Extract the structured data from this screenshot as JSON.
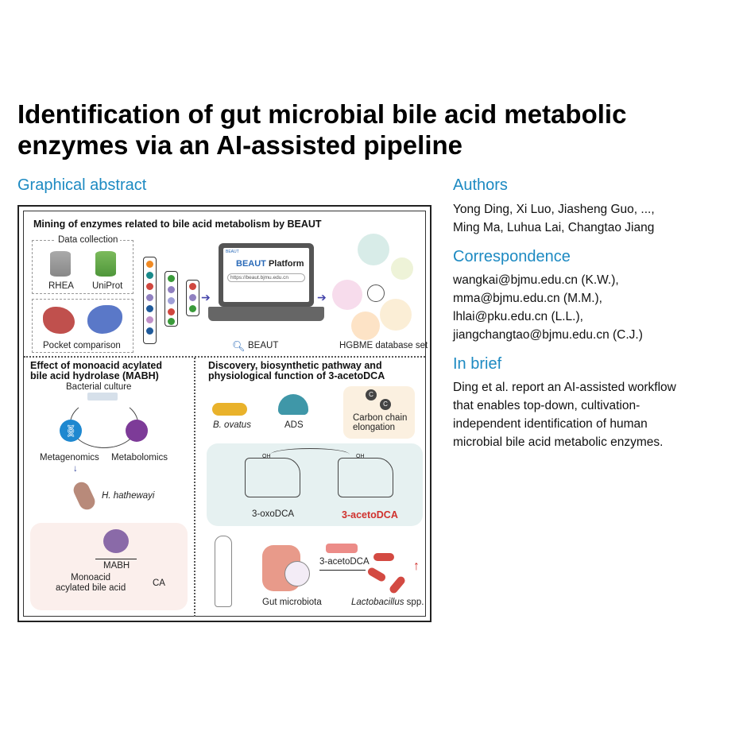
{
  "title": "Identification of gut microbial bile acid metabolic enzymes via an AI-assisted pipeline",
  "graphical_abstract": {
    "heading": "Graphical abstract",
    "panel_top": {
      "title": "Mining of enzymes related to bile acid metabolism by BEAUT",
      "data_collection": "Data collection",
      "rhea": "RHEA",
      "uniprot": "UniProt",
      "pocket": "Pocket comparison",
      "platform_brand": "BEAUT",
      "platform_name_a": "BEAUT",
      "platform_name_b": "Platform",
      "url": "https://beaut.bjmu.edu.cn",
      "search_label": "BEAUT",
      "db_label": "HGBME database set"
    },
    "panel_left": {
      "title_1": "Effect of monoacid acylated",
      "title_2": "bile acid hydrolase (MABH)",
      "culture": "Bacterial culture",
      "metagenomics": "Metagenomics",
      "metabolomics": "Metabolomics",
      "organism": "H. hathewayi",
      "enzyme": "MABH",
      "substrate_1": "Monoacid",
      "substrate_2": "acylated bile acid",
      "product": "CA"
    },
    "panel_right": {
      "title_1": "Discovery, biosynthetic pathway and",
      "title_2": "physiological function of 3-acetoDCA",
      "organism": "B. ovatus",
      "enzyme": "ADS",
      "carbon_1": "Carbon chain",
      "carbon_2": "elongation",
      "atom": "C",
      "substrate": "3-oxoDCA",
      "product": "3-acetoDCA",
      "oh": "OH",
      "microbiota": "Gut microbiota",
      "metabolite": "3-acetoDCA",
      "target_italic": "Lactobacillus",
      "target_suffix": " spp."
    }
  },
  "authors": {
    "heading": "Authors",
    "line1": "Yong Ding, Xi Luo, Jiasheng Guo, ...,",
    "line2": "Ming Ma, Luhua Lai, Changtao Jiang"
  },
  "correspondence": {
    "heading": "Correspondence",
    "lines": [
      "wangkai@bjmu.edu.cn (K.W.),",
      "mma@bjmu.edu.cn (M.M.),",
      "lhlai@pku.edu.cn (L.L.),",
      "jiangchangtao@bjmu.edu.cn (C.J.)"
    ]
  },
  "in_brief": {
    "heading": "In brief",
    "lines": [
      "Ding et al. report an AI-assisted workflow",
      "that enables top-down, cultivation-",
      "independent identification of human",
      "microbial bile acid metabolic enzymes."
    ]
  },
  "colors": {
    "accent": "#1d8ac2",
    "highlight": "#d0312d"
  }
}
